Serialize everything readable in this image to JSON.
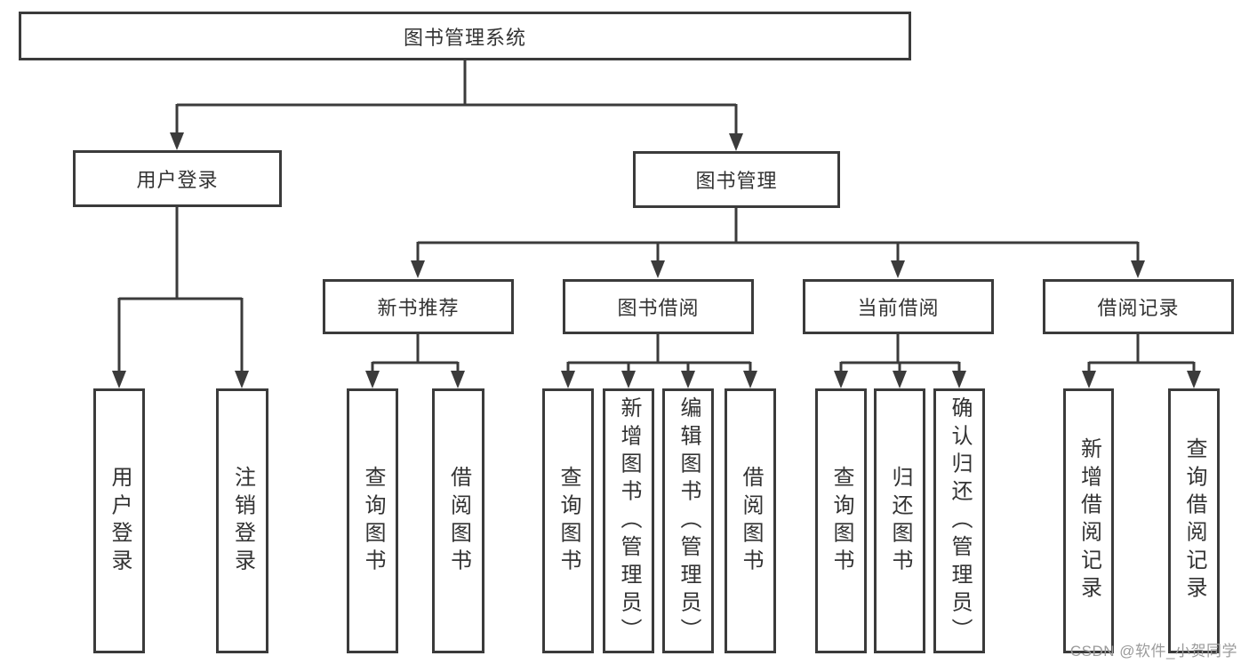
{
  "page": {
    "watermark": "CSDN @软件_小贺同学"
  },
  "colors": {
    "line": "#3b3b3b",
    "border": "#3b3b3b",
    "text": "#333333",
    "background": "#ffffff",
    "watermark": "#9b9b9b"
  },
  "tree": {
    "root": {
      "label": "图书管理系统"
    },
    "branches": [
      {
        "label": "用户登录",
        "children": [
          {
            "label": "用户登录"
          },
          {
            "label": "注销登录"
          }
        ]
      },
      {
        "label": "图书管理",
        "children": [
          {
            "label": "新书推荐",
            "children": [
              {
                "label": "查询图书"
              },
              {
                "label": "借阅图书"
              }
            ]
          },
          {
            "label": "图书借阅",
            "children": [
              {
                "label": "查询图书"
              },
              {
                "label": "新增图书（管理员）"
              },
              {
                "label": "编辑图书（管理员）"
              },
              {
                "label": "借阅图书"
              }
            ]
          },
          {
            "label": "当前借阅",
            "children": [
              {
                "label": "查询图书"
              },
              {
                "label": "归还图书"
              },
              {
                "label": "确认归还（管理员）"
              }
            ]
          },
          {
            "label": "借阅记录",
            "children": [
              {
                "label": "新增借阅记录"
              },
              {
                "label": "查询借阅记录"
              }
            ]
          }
        ]
      }
    ]
  }
}
